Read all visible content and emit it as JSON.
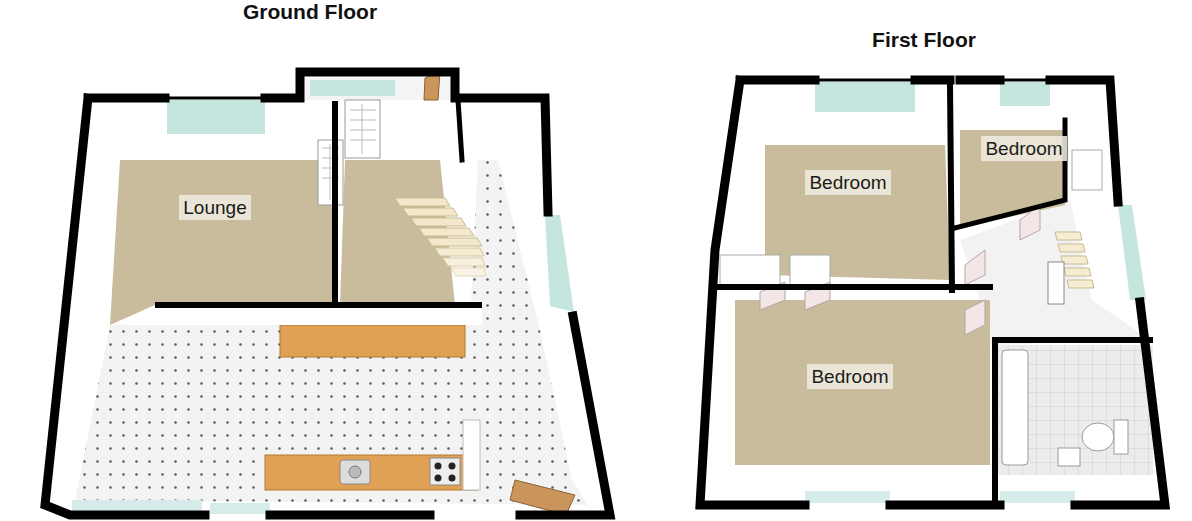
{
  "diagram": {
    "nodes": [
      {
        "text": [
          "Ground Floor"
        ]
      },
      {
        "text": [
          "Lounge"
        ],
        "in": 0
      },
      {
        "text": [
          "First Floor"
        ]
      },
      {
        "text": [
          "Bedroom"
        ],
        "in": 2
      },
      {
        "text": [
          "Bedroom"
        ],
        "in": 2
      },
      {
        "text": [
          "Bedroom"
        ],
        "in": 2
      }
    ]
  }
}
